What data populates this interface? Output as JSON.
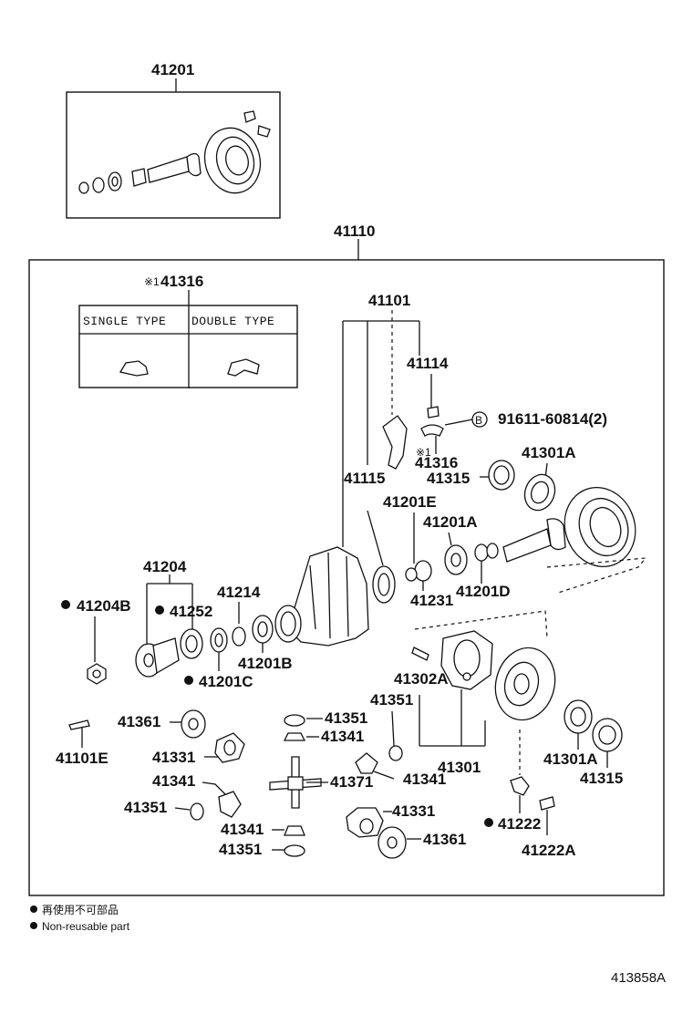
{
  "labels": {
    "p41201": "41201",
    "p41110": "41110",
    "p41316_top": "41316",
    "p41316_top_prefix": "※1",
    "p41101": "41101",
    "p41114": "41114",
    "p91611": "91611-60814(2)",
    "p91611_prefix": "B",
    "p41316_mid": "41316",
    "p41316_mid_prefix": "※1",
    "p41315_top": "41315",
    "p41301A_top": "41301A",
    "p41115": "41115",
    "p41201E": "41201E",
    "p41201A": "41201A",
    "p41231": "41231",
    "p41201D": "41201D",
    "p41204": "41204",
    "p41214": "41214",
    "p41204B": "41204B",
    "p41252": "41252",
    "p41201B": "41201B",
    "p41201C": "41201C",
    "p41302A": "41302A",
    "p41351_a": "41351",
    "p41361_a": "41361",
    "p41351_b": "41351",
    "p41341_a": "41341",
    "p41101E": "41101E",
    "p41331_a": "41331",
    "p41301": "41301",
    "p41301A_bot": "41301A",
    "p41341_b": "41341",
    "p41371": "41371",
    "p41341_c": "41341",
    "p41315_bot": "41315",
    "p41351_c": "41351",
    "p41331_b": "41331",
    "p41222": "41222",
    "p41341_d": "41341",
    "p41361_b": "41361",
    "p41222A": "41222A",
    "p41351_d": "41351"
  },
  "table": {
    "col1": "SINGLE TYPE",
    "col2": "DOUBLE TYPE"
  },
  "notes": {
    "jp": "再使用不可部品",
    "en": "Non-reusable part"
  },
  "diagram_code": "413858A"
}
